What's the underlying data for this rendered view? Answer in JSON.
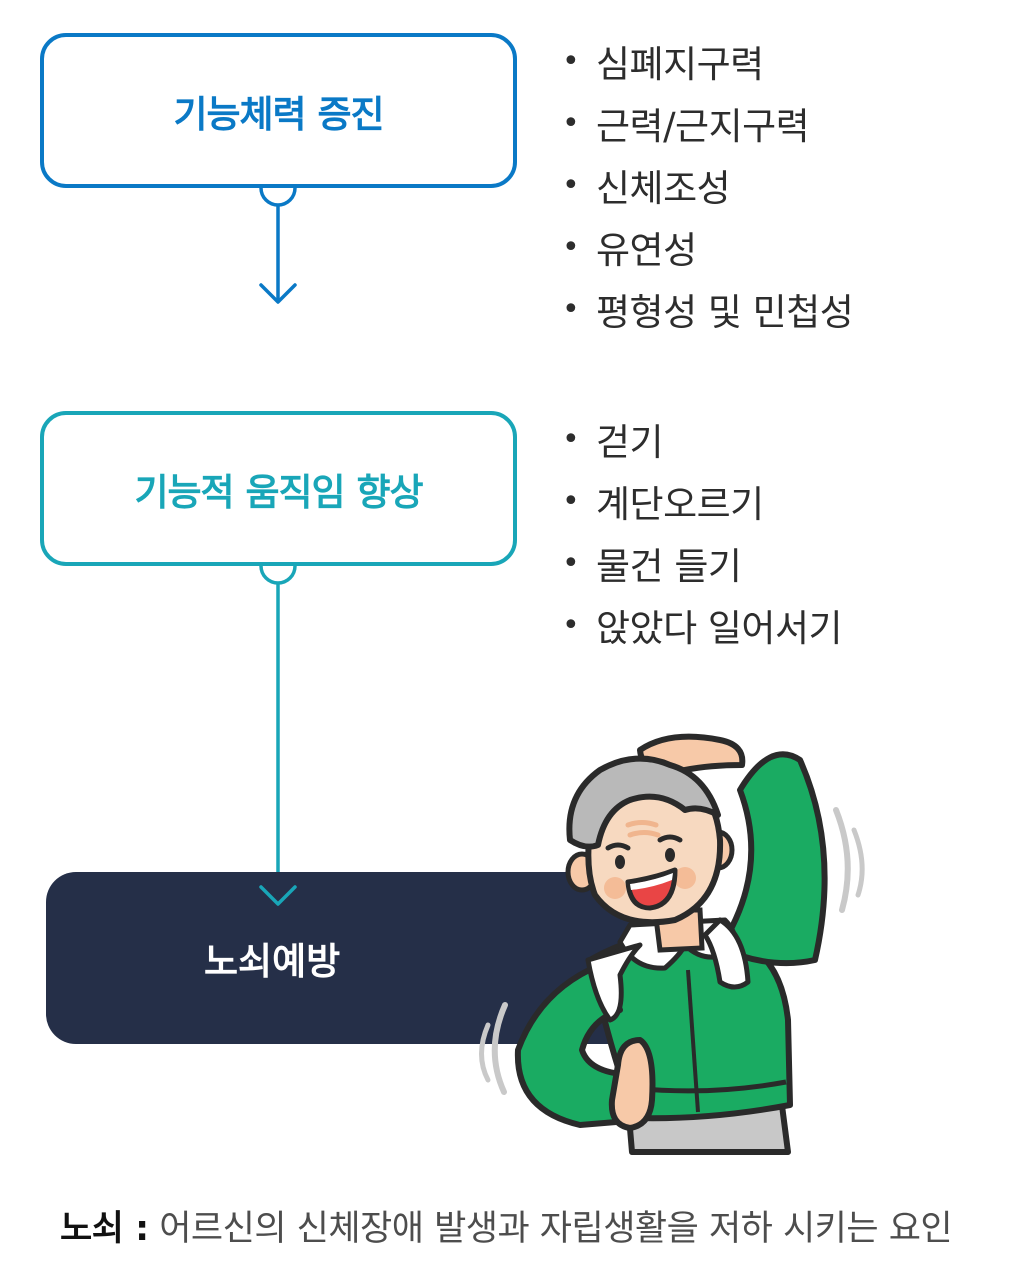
{
  "flow": {
    "step1": {
      "title": "기능체력 증진",
      "items": [
        "심폐지구력",
        "근력/근지구력",
        "신체조성",
        "유연성",
        "평형성 및 민첩성"
      ]
    },
    "step2": {
      "title": "기능적 움직임 향상",
      "items": [
        "걷기",
        "계단오르기",
        "물건 들기",
        "앉았다 일어서기"
      ]
    },
    "result": {
      "title": "노쇠예방"
    }
  },
  "note": {
    "term": "노쇠 :",
    "definition": "어르신의 신체장애 발생과 자립생활을 저하 시키는 요인"
  },
  "bullet_char": "•",
  "colors": {
    "step1": "#0a79c6",
    "step2": "#19a6b8",
    "result_bg": "#252f48",
    "jacket": "#1aab62"
  },
  "icons": [
    "elderly-person-exercising-illustration",
    "arrow-down-icon",
    "connector-circle-icon"
  ]
}
